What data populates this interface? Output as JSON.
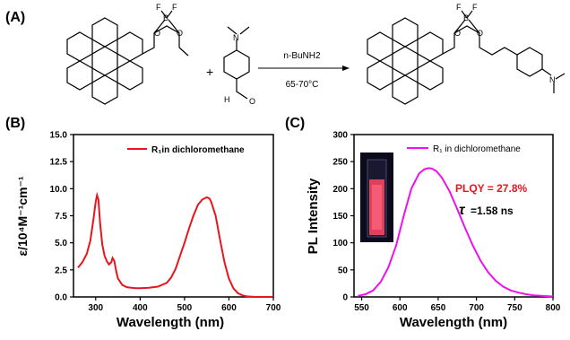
{
  "scheme": {
    "panel_label": "(A)",
    "reagent": "n-BuNH2",
    "conditions": "65-70°C",
    "plus": "+",
    "atoms": {
      "F": "F",
      "B": "B",
      "O": "O",
      "N": "N",
      "H": "H"
    }
  },
  "chart_data": [
    {
      "type": "line",
      "panel_label": "(B)",
      "xlabel": "Wavelength (nm)",
      "ylabel": "ε/10⁴M⁻¹cm⁻¹",
      "xlim": [
        250,
        700
      ],
      "ylim": [
        0,
        15
      ],
      "xticks": [
        300,
        400,
        500,
        600,
        700
      ],
      "yticks": [
        "0.0",
        "2.5",
        "5.0",
        "7.5",
        "10.0",
        "12.5",
        "15.0"
      ],
      "legend_position": "top-right",
      "series": [
        {
          "name": "R₁in dichloromethane",
          "color": "#e8141e",
          "x": [
            260,
            270,
            280,
            288,
            295,
            300,
            303,
            306,
            310,
            315,
            320,
            325,
            330,
            335,
            338,
            342,
            346,
            350,
            360,
            370,
            380,
            390,
            400,
            420,
            440,
            460,
            470,
            480,
            490,
            500,
            510,
            520,
            530,
            540,
            550,
            556,
            560,
            570,
            580,
            590,
            600,
            610,
            620,
            630,
            640,
            660,
            680,
            700
          ],
          "y": [
            2.7,
            3.2,
            4.0,
            5.2,
            7.2,
            8.8,
            9.4,
            9.0,
            6.8,
            4.8,
            3.8,
            3.3,
            3.0,
            3.2,
            3.6,
            3.3,
            2.4,
            1.7,
            1.1,
            0.9,
            0.85,
            0.8,
            0.8,
            0.85,
            0.95,
            1.3,
            1.8,
            2.6,
            3.8,
            5.0,
            6.3,
            7.5,
            8.5,
            9.0,
            9.2,
            9.1,
            8.8,
            7.5,
            5.3,
            3.2,
            1.7,
            0.8,
            0.35,
            0.15,
            0.05,
            0.0,
            0.0,
            0.0
          ]
        }
      ]
    },
    {
      "type": "line",
      "panel_label": "(C)",
      "xlabel": "Wavelength (nm)",
      "ylabel": "PL Intensity",
      "xlim": [
        540,
        800
      ],
      "ylim": [
        0,
        300
      ],
      "xticks": [
        550,
        600,
        650,
        700,
        750,
        800
      ],
      "yticks": [
        "0",
        "50",
        "100",
        "150",
        "200",
        "250",
        "300"
      ],
      "legend_position": "top-right",
      "annotations": {
        "plqy": "PLQY = 27.8%",
        "tau_symbol": "τ",
        "tau_value": "=1.58 ns"
      },
      "series": [
        {
          "name": "R₁ in dichloromethane",
          "color": "#ee11ee",
          "x": [
            545,
            555,
            565,
            575,
            585,
            595,
            605,
            615,
            625,
            632,
            638,
            642,
            648,
            655,
            665,
            675,
            685,
            695,
            705,
            715,
            725,
            735,
            745,
            755,
            765,
            775,
            785,
            795,
            800
          ],
          "y": [
            2,
            5,
            12,
            28,
            55,
            95,
            150,
            200,
            228,
            236,
            238,
            237,
            232,
            220,
            195,
            162,
            128,
            96,
            68,
            46,
            30,
            19,
            12,
            8,
            5,
            3,
            2,
            1,
            1
          ]
        }
      ]
    }
  ]
}
